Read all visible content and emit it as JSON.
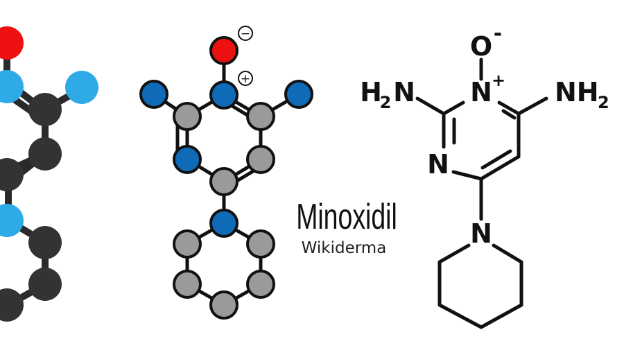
{
  "title": "Minoxidil",
  "subtitle": "Wikiderma",
  "charges": {
    "negative": "−",
    "positive": "+"
  },
  "skeletal_labels": {
    "oxide": "O",
    "oxide_charge": "-",
    "ring_n_top": "N",
    "ring_n_top_charge": "+",
    "ring_n_left": "N",
    "amino_left_h": "H",
    "amino_left_sub": "2",
    "amino_left_n": "N",
    "amino_right": "NH",
    "amino_right_sub": "2",
    "piperidine_n": "N"
  },
  "colors": {
    "oxygen": "#ee1111",
    "nitrogen_blue": "#0f6bb8",
    "nitrogen_light": "#2eaae6",
    "carbon_grey": "#9a9a9a",
    "carbon_dark": "#333333",
    "bond": "#111111",
    "text": "#111111"
  }
}
